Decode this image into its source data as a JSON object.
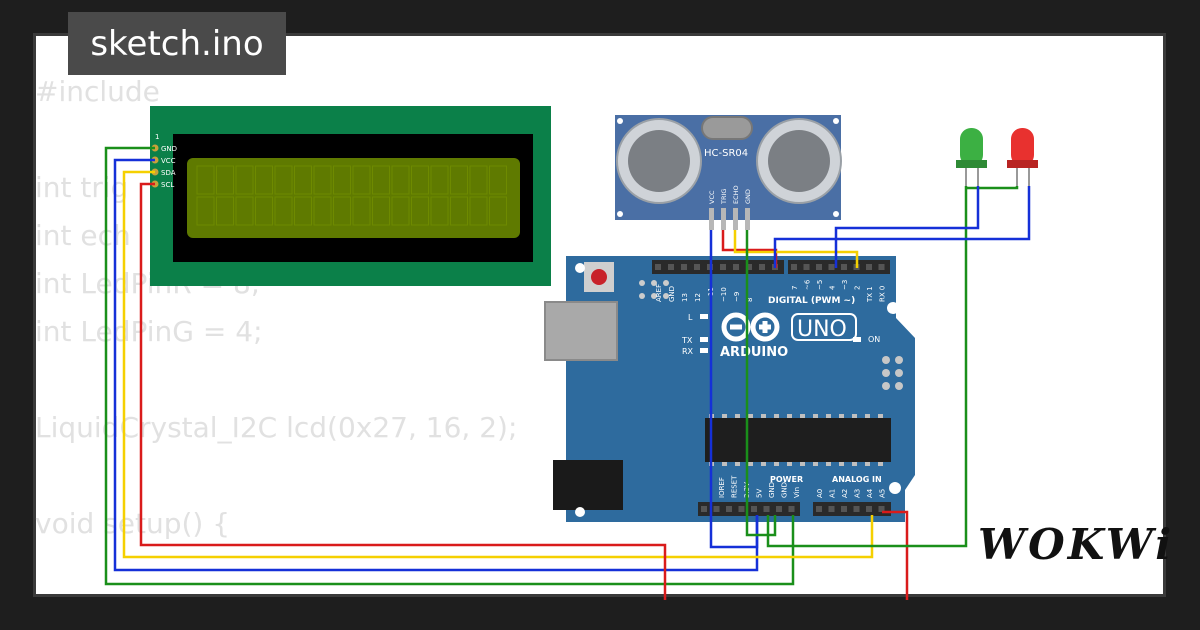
{
  "tab": {
    "filename": "sketch.ino"
  },
  "code": {
    "lines": [
      "#include",
      "",
      "int trig",
      "int ech",
      "int LedPinR = 8;",
      "int LedPinG = 4;",
      "",
      "LiquidCrystal_I2C lcd(0x27, 16, 2);",
      "",
      "void setup() {"
    ]
  },
  "lcd": {
    "pins": [
      "1",
      "GND",
      "VCC",
      "SDA",
      "SCL"
    ]
  },
  "sensor": {
    "label": "HC-SR04",
    "pins": [
      "VCC",
      "TRIG",
      "ECHO",
      "GND"
    ]
  },
  "arduino": {
    "brand": "ARDUINO",
    "model": "UNO",
    "digital_label": "DIGITAL (PWM ~)",
    "power_label": "POWER",
    "analog_label": "ANALOG IN",
    "led_l": "L",
    "led_tx": "TX",
    "led_rx": "RX",
    "led_on": "ON",
    "digital_pins_left": [
      "AREF",
      "GND",
      "13",
      "12",
      "~11",
      "~10",
      "~9",
      "8"
    ],
    "digital_pins_right": [
      "7",
      "~6",
      "~5",
      "4",
      "~3",
      "2",
      "TX 1",
      "RX 0"
    ],
    "power_pins": [
      "IOREF",
      "RESET",
      "3.3V",
      "5V",
      "GND",
      "GND",
      "Vin"
    ],
    "analog_pins": [
      "A0",
      "A1",
      "A2",
      "A3",
      "A4",
      "A5"
    ]
  },
  "leds": [
    {
      "color": "green",
      "hex": "#3cb043"
    },
    {
      "color": "red",
      "hex": "#e8312f"
    }
  ],
  "wire_colors": {
    "green": "#1a8f1a",
    "blue": "#1530d8",
    "yellow": "#f5d000",
    "red": "#d91b1b",
    "lcd_board": "#0b8049",
    "arduino_board": "#2e6b9e"
  },
  "logo": {
    "text": "WOKWi"
  }
}
